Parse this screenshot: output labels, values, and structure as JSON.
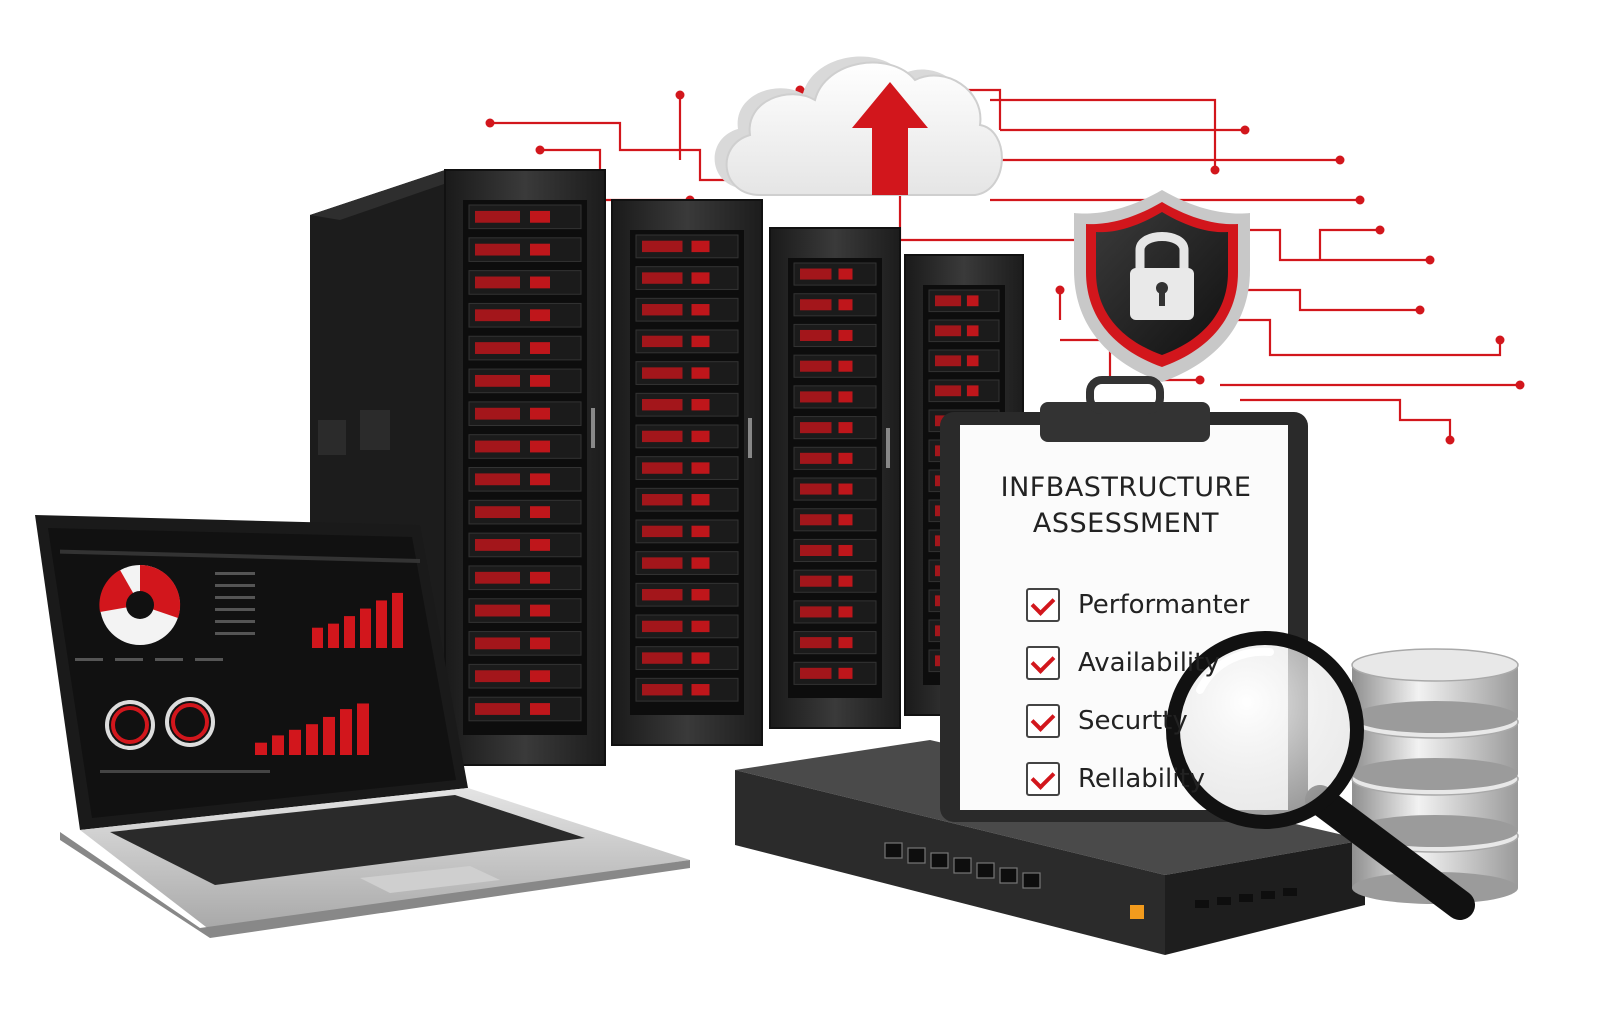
{
  "clipboard": {
    "title_line1": "INFBASTRUCTURE",
    "title_line2": "ASSESSMENT",
    "items": [
      {
        "label": "Performanter",
        "checked": true
      },
      {
        "label": "Availability",
        "checked": true
      },
      {
        "label": "Securtty",
        "checked": true
      },
      {
        "label": "Rellability",
        "checked": true
      }
    ]
  },
  "colors": {
    "accent": "#d2161c",
    "dark": "#1e1e1e",
    "rack": "#2a2a2a",
    "silver": "#c8c8c8"
  },
  "laptop": {
    "bars_top": [
      0.35,
      0.42,
      0.55,
      0.68,
      0.82,
      0.95
    ],
    "bars_bottom": [
      0.22,
      0.35,
      0.45,
      0.55,
      0.68,
      0.82,
      0.92
    ]
  }
}
